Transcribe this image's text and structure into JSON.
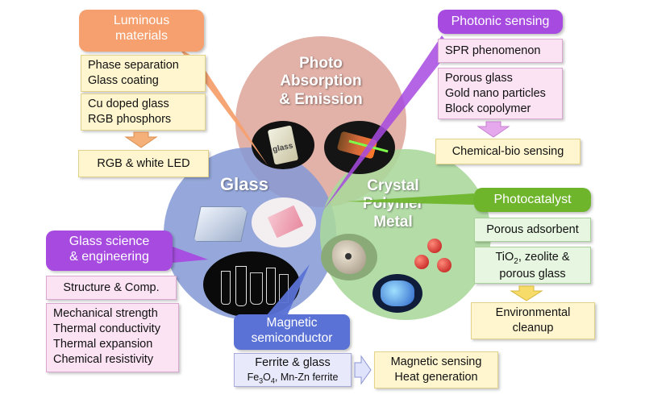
{
  "circles": {
    "photo": "Photo\nAbsorption\n& Emission",
    "glass": "Glass",
    "crystal": "Crystal\nPolymer\nMetal"
  },
  "callouts": {
    "luminous": "Luminous\nmaterials",
    "photonic": "Photonic sensing",
    "photocatalyst": "Photocatalyst",
    "glass_science": "Glass science\n& engineering",
    "magnetic": "Magnetic\nsemiconductor"
  },
  "luminous": {
    "box1": [
      "Phase separation",
      "Glass coating"
    ],
    "box2": [
      "Cu doped glass",
      "RGB phosphors"
    ],
    "result": "RGB & white LED"
  },
  "photonic": {
    "box1": "SPR phenomenon",
    "box2": [
      "Porous glass",
      "Gold nano particles",
      "Block copolymer"
    ],
    "result": "Chemical-bio sensing"
  },
  "photocatalyst": {
    "box1": "Porous adsorbent",
    "box2_line1_pre": "TiO",
    "box2_line1_sub": "2",
    "box2_line1_post": ", zeolite &",
    "box2_line2": "porous glass",
    "result": [
      "Environmental",
      "cleanup"
    ]
  },
  "glass_science": {
    "box1": "Structure & Comp.",
    "box2": [
      "Mechanical strength",
      "Thermal conductivity",
      "Thermal expansion",
      "Chemical resistivity"
    ]
  },
  "magnetic": {
    "box1_line1": "Ferrite & glass",
    "box1_line2_pre": "Fe",
    "box1_line2_sub1": "3",
    "box1_line2_mid": "O",
    "box1_line2_sub2": "4",
    "box1_line2_post": ", Mn-Zn ferrite",
    "result": [
      "Magnetic sensing",
      "Heat generation"
    ]
  },
  "photo_labels": {
    "glass_sample": "glass"
  },
  "colors": {
    "photo_circle": "#e3b3a8",
    "glass_circle": "#8fa4d8",
    "crystal_circle": "#b6dca6",
    "luminous_callout": "#f5a06e",
    "purple_callout": "#a64ae0",
    "photocatalyst_callout": "#6fb52c",
    "magnetic_callout": "#5a72d6"
  }
}
